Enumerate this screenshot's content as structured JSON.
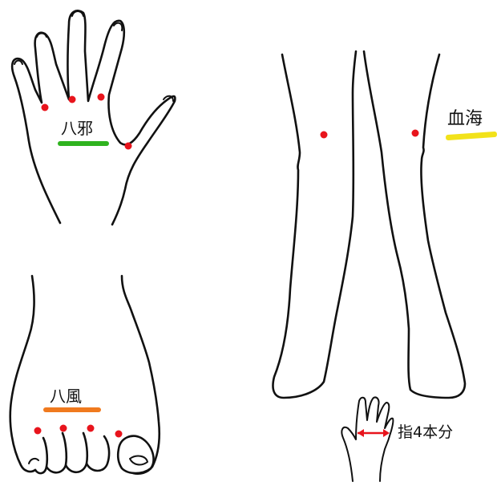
{
  "colors": {
    "ink": "#111111",
    "point": "#e8141c",
    "hand_highlight": "#2fb31f",
    "knee_highlight": "#f2e21a",
    "foot_highlight": "#f07a1e",
    "measure_arrow": "#e8141c"
  },
  "hand": {
    "label": "八邪"
  },
  "knee": {
    "label": "血海"
  },
  "foot": {
    "label": "八風"
  },
  "measure": {
    "label": "指4本分"
  }
}
